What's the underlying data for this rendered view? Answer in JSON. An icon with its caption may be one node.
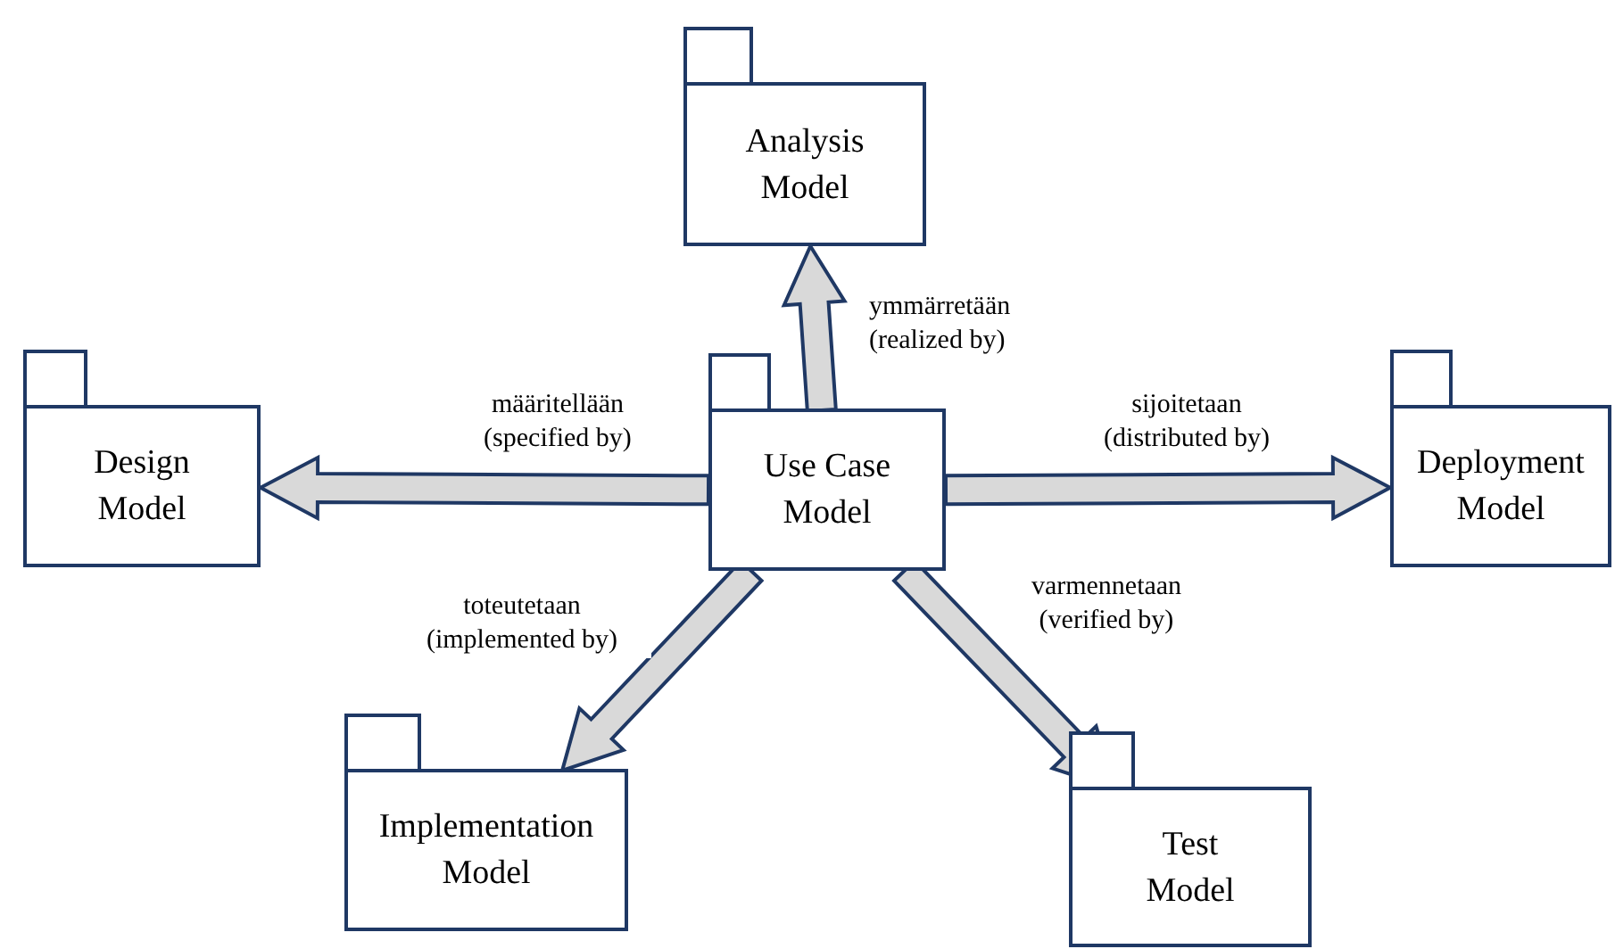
{
  "diagram": {
    "nodes": [
      {
        "text": [
          "Use Case Model"
        ]
      },
      {
        "text": [
          "Analysis Model"
        ]
      },
      {
        "text": [
          "Design Model"
        ]
      },
      {
        "text": [
          "Deployment Model"
        ]
      },
      {
        "text": [
          "Implementation Model"
        ]
      },
      {
        "text": [
          "Test Model"
        ]
      }
    ],
    "edges": [
      {
        "from": 0,
        "to": 1,
        "arrow": "to",
        "label": "ymmärretään (realized by)"
      },
      {
        "from": 0,
        "to": 2,
        "arrow": "to",
        "label": "määritellään (specified by)"
      },
      {
        "from": 0,
        "to": 3,
        "arrow": "to",
        "label": "sijoitetaan (distributed by)"
      },
      {
        "from": 0,
        "to": 4,
        "arrow": "to",
        "label": "toteutetaan (implemented by)"
      },
      {
        "from": 0,
        "to": 5,
        "arrow": "to",
        "label": "varmennetaan (verified by)"
      }
    ]
  }
}
